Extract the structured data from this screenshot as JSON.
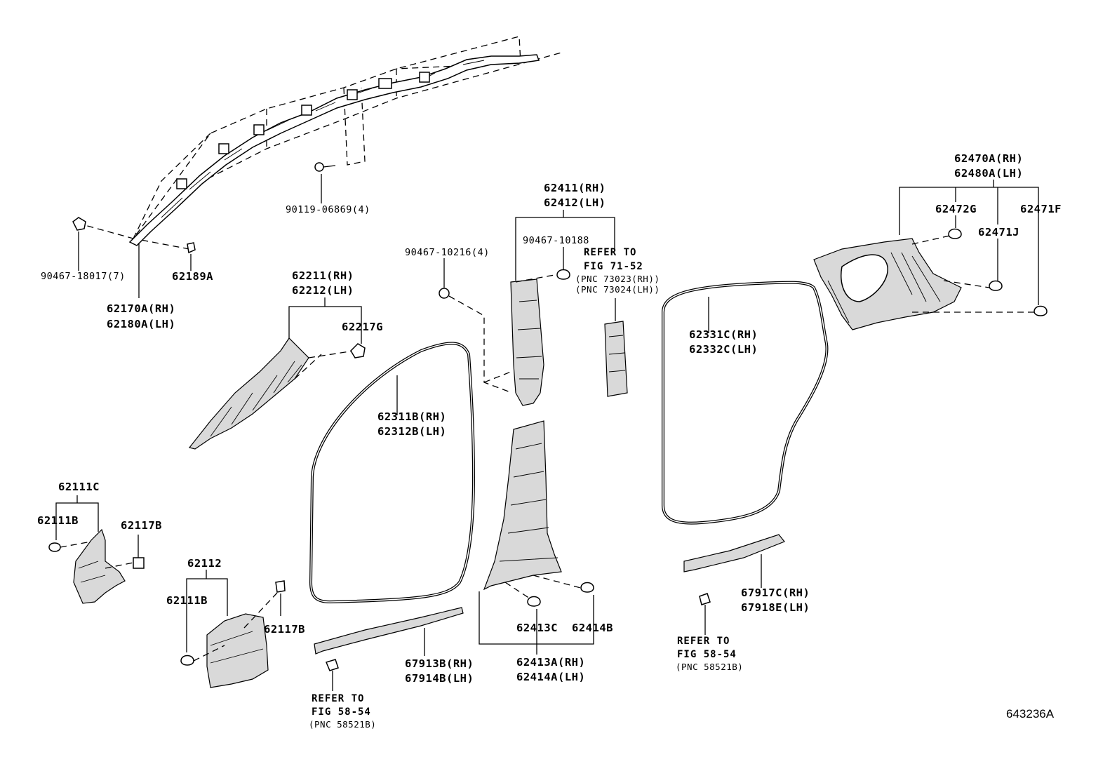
{
  "labels": {
    "p90119_06869": "90119-06869(4)",
    "p90467_18017": "90467-18017(7)",
    "p62189a": "62189A",
    "p62170a": "62170A(RH)",
    "p62180a": "62180A(LH)",
    "p62211": "62211(RH)",
    "p62212": "62212(LH)",
    "p62217g": "62217G",
    "p90467_10216": "90467-10216(4)",
    "p62411": "62411(RH)",
    "p62412": "62412(LH)",
    "p90467_10188": "90467-10188",
    "p62311b": "62311B(RH)",
    "p62312b": "62312B(LH)",
    "p62470a": "62470A(RH)",
    "p62480a": "62480A(LH)",
    "p62472g": "62472G",
    "p62471f": "62471F",
    "p62471j": "62471J",
    "p62331c": "62331C(RH)",
    "p62332c": "62332C(LH)",
    "p62111c": "62111C",
    "p62111b_a": "62111B",
    "p62117b_a": "62117B",
    "p62112": "62112",
    "p62111b_b": "62111B",
    "p62117b_b": "62117B",
    "p67913b": "67913B(RH)",
    "p67914b": "67914B(LH)",
    "p62413c": "62413C",
    "p62414b": "62414B",
    "p62413a": "62413A(RH)",
    "p62414a": "62414A(LH)",
    "p67917c": "67917C(RH)",
    "p67918e": "67918E(LH)"
  },
  "references": {
    "fig71_line1": "REFER TO",
    "fig71_line2": "FIG 71-52",
    "fig71_line3": "(PNC 73023(RH))",
    "fig71_line4": "(PNC 73024(LH))",
    "fig58a_line1": "REFER TO",
    "fig58a_line2": "FIG 58-54",
    "fig58a_line3": "(PNC 58521B)",
    "fig58b_line1": "REFER TO",
    "fig58b_line2": "FIG 58-54",
    "fig58b_line3": "(PNC 58521B)"
  },
  "illustration_number": "643236A"
}
